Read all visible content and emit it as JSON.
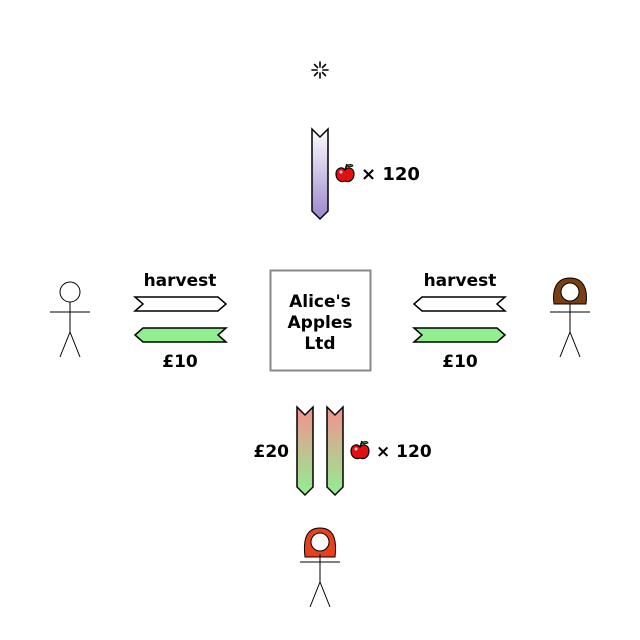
{
  "company": {
    "line1": "Alice's",
    "line2": "Apples",
    "line3": "Ltd"
  },
  "top_flow": {
    "quantity": "× 120",
    "icon": "apple-icon"
  },
  "left_flow": {
    "in_label": "harvest",
    "out_label": "£10"
  },
  "right_flow": {
    "in_label": "harvest",
    "out_label": "£10"
  },
  "bottom_flow": {
    "money_label": "£20",
    "quantity": "× 120",
    "icon": "apple-icon"
  },
  "actors": {
    "left": {
      "icon": "person-icon"
    },
    "right": {
      "icon": "person-icon",
      "hair_color": "#7a3e10"
    },
    "bottom": {
      "icon": "person-icon",
      "hair_color": "#e8401c"
    }
  },
  "colors": {
    "money_green": "#90f090",
    "apple_red": "#e01010",
    "purple": "#9b85cc",
    "pink": "#f49090",
    "box_border": "#888888"
  }
}
